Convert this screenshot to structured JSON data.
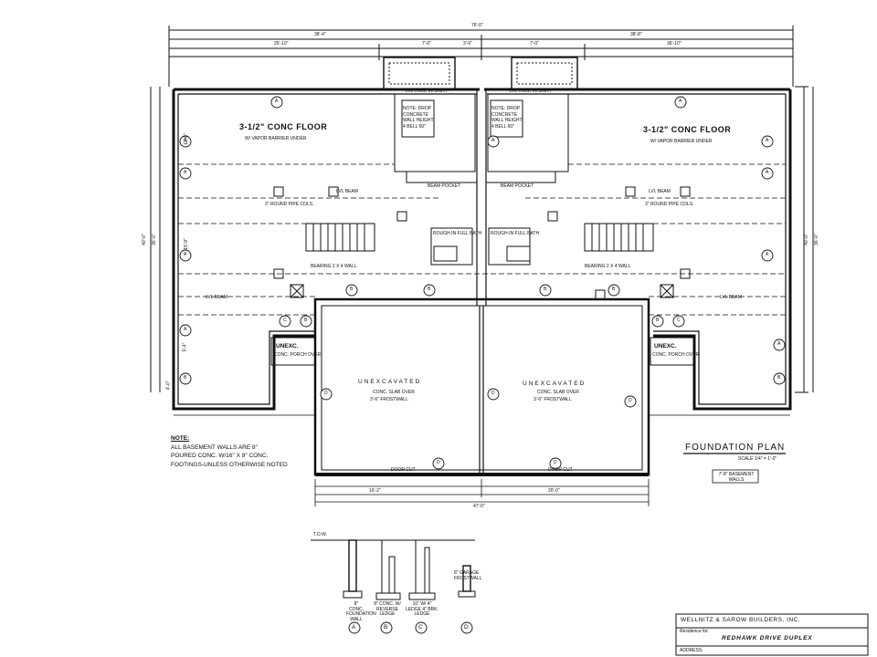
{
  "rooms": {
    "left_floor": {
      "title": "3-1/2\" CONC FLOOR",
      "subtitle": "W/ VAPOR BARRIER UNDER"
    },
    "right_floor": {
      "title": "3-1/2\" CONC FLOOR",
      "subtitle": "W/ VAPOR BARRIER UNDER"
    },
    "unexcavated_label": "UNEXCAVATED",
    "slab_note": "CONC. SLAB OVER",
    "frostwall_note": "3'-6\" FROSTWALL",
    "unexc_small": "UNEXC.",
    "porch_note": "CONC. PORCH OVER",
    "beam_pocket": "BEAM POCKET",
    "lvl_beam": "LVL BEAM",
    "lvl_hole": "LVL HOLE IN SKIRT",
    "door_cut": "DOOR CUT",
    "bearing_note": "BEARING 2 X 4 WALL",
    "pipe_cols": "3\" ROUND PIPE COLS.",
    "rough_in": "ROUGH-IN FULL BATH",
    "vapor_note_a": "NOTE: DROP CONCRETE WALL HEIGHT 4 BELL 60\""
  },
  "dimensions": {
    "overall_width": "76'-0\"",
    "half_left": "38'-4\"",
    "half_right": "38'-8\"",
    "seg_a": "26'-10\"",
    "seg_b": "7'-0\"",
    "seg_c": "3'-6\"",
    "seg_d": "36'-10\"",
    "depth_total": "40'-0\"",
    "depth_inner": "36'-0\"",
    "bottom_total": "47'-0\"",
    "bottom_a": "16'-2\"",
    "bottom_b": "20'-0\"",
    "dim_left_1": "12'-6\"",
    "dim_left_2": "15'-9\"",
    "dim_left_3": "5'-4\"",
    "dim_left_4": "4'-0\""
  },
  "grid_markers": [
    "A",
    "B",
    "C",
    "D"
  ],
  "notes": {
    "title": "NOTE:",
    "lines": [
      "ALL BASEMENT WALLS ARE 8\"",
      "POURED CONC. W/16\" X 8\" CONC.",
      "FOOTINGS-UNLESS OTHERWISE NOTED"
    ]
  },
  "plan_title": {
    "title": "FOUNDATION PLAN",
    "scale": "SCALE 1/4\" = 1'-0\"",
    "wall_tag": "7'-8\" BASEMENT WALLS"
  },
  "sections": {
    "elev_tag": "T.O.W.",
    "markers": [
      "A",
      "B",
      "C",
      "D"
    ],
    "a_label": "8\" CONC. FOUNDATION WALL",
    "b_label": "8\" CONC. W/ REVERSE LEDGE",
    "c_label": "10\" W/ 4\" LEDGE 4\" BRK. LEDGE",
    "d_label": "8\" GARAGE FROSTWALL"
  },
  "title_block": {
    "company": "WELLNITZ & SAROW BUILDERS, INC.",
    "residence_label": "Residence for:",
    "project": "REDHAWK DRIVE DUPLEX",
    "address_label": "ADDRESS:"
  }
}
